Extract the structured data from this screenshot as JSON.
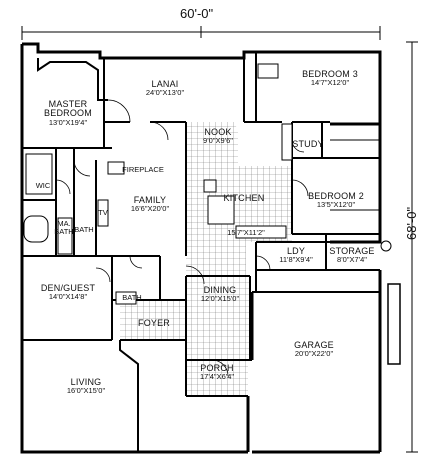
{
  "overall": {
    "width": "60'-0\"",
    "depth": "68'-0\""
  },
  "rooms": {
    "master_bedroom": {
      "name": "MASTER\nBEDROOM",
      "dims": "13'0\"X19'4\""
    },
    "lanai": {
      "name": "LANAI",
      "dims": "24'0\"X13'0\""
    },
    "bedroom3": {
      "name": "BEDROOM 3",
      "dims": "14'7\"X12'0\""
    },
    "nook": {
      "name": "NOOK",
      "dims": "9'0\"X9'6\""
    },
    "study": {
      "name": "STUDY"
    },
    "fireplace": {
      "name": "FIREPLACE"
    },
    "wic": {
      "name": "WIC"
    },
    "family": {
      "name": "FAMILY",
      "dims": "16'6\"X20'0\""
    },
    "kitchen": {
      "name": "KITCHEN",
      "dims": "15'7\"X11'2\""
    },
    "bedroom2": {
      "name": "BEDROOM 2",
      "dims": "13'5\"X12'0\""
    },
    "tv": {
      "name": "TV"
    },
    "master_bath": {
      "name": "MA.\nBATH"
    },
    "bath": {
      "name": "BATH"
    },
    "laundry": {
      "name": "LDY",
      "dims": "11'8\"X9'4\""
    },
    "storage": {
      "name": "STORAGE",
      "dims": "8'0\"X7'4\""
    },
    "den_guest": {
      "name": "DEN/GUEST",
      "dims": "14'0\"X14'8\""
    },
    "bath2": {
      "name": "BATH"
    },
    "dining": {
      "name": "DINING",
      "dims": "12'0\"X15'0\""
    },
    "foyer": {
      "name": "FOYER"
    },
    "garage": {
      "name": "GARAGE",
      "dims": "20'0\"X22'0\""
    },
    "living": {
      "name": "LIVING",
      "dims": "16'0\"X15'0\""
    },
    "porch": {
      "name": "PORCH",
      "dims": "17'4\"X6'4\""
    }
  }
}
